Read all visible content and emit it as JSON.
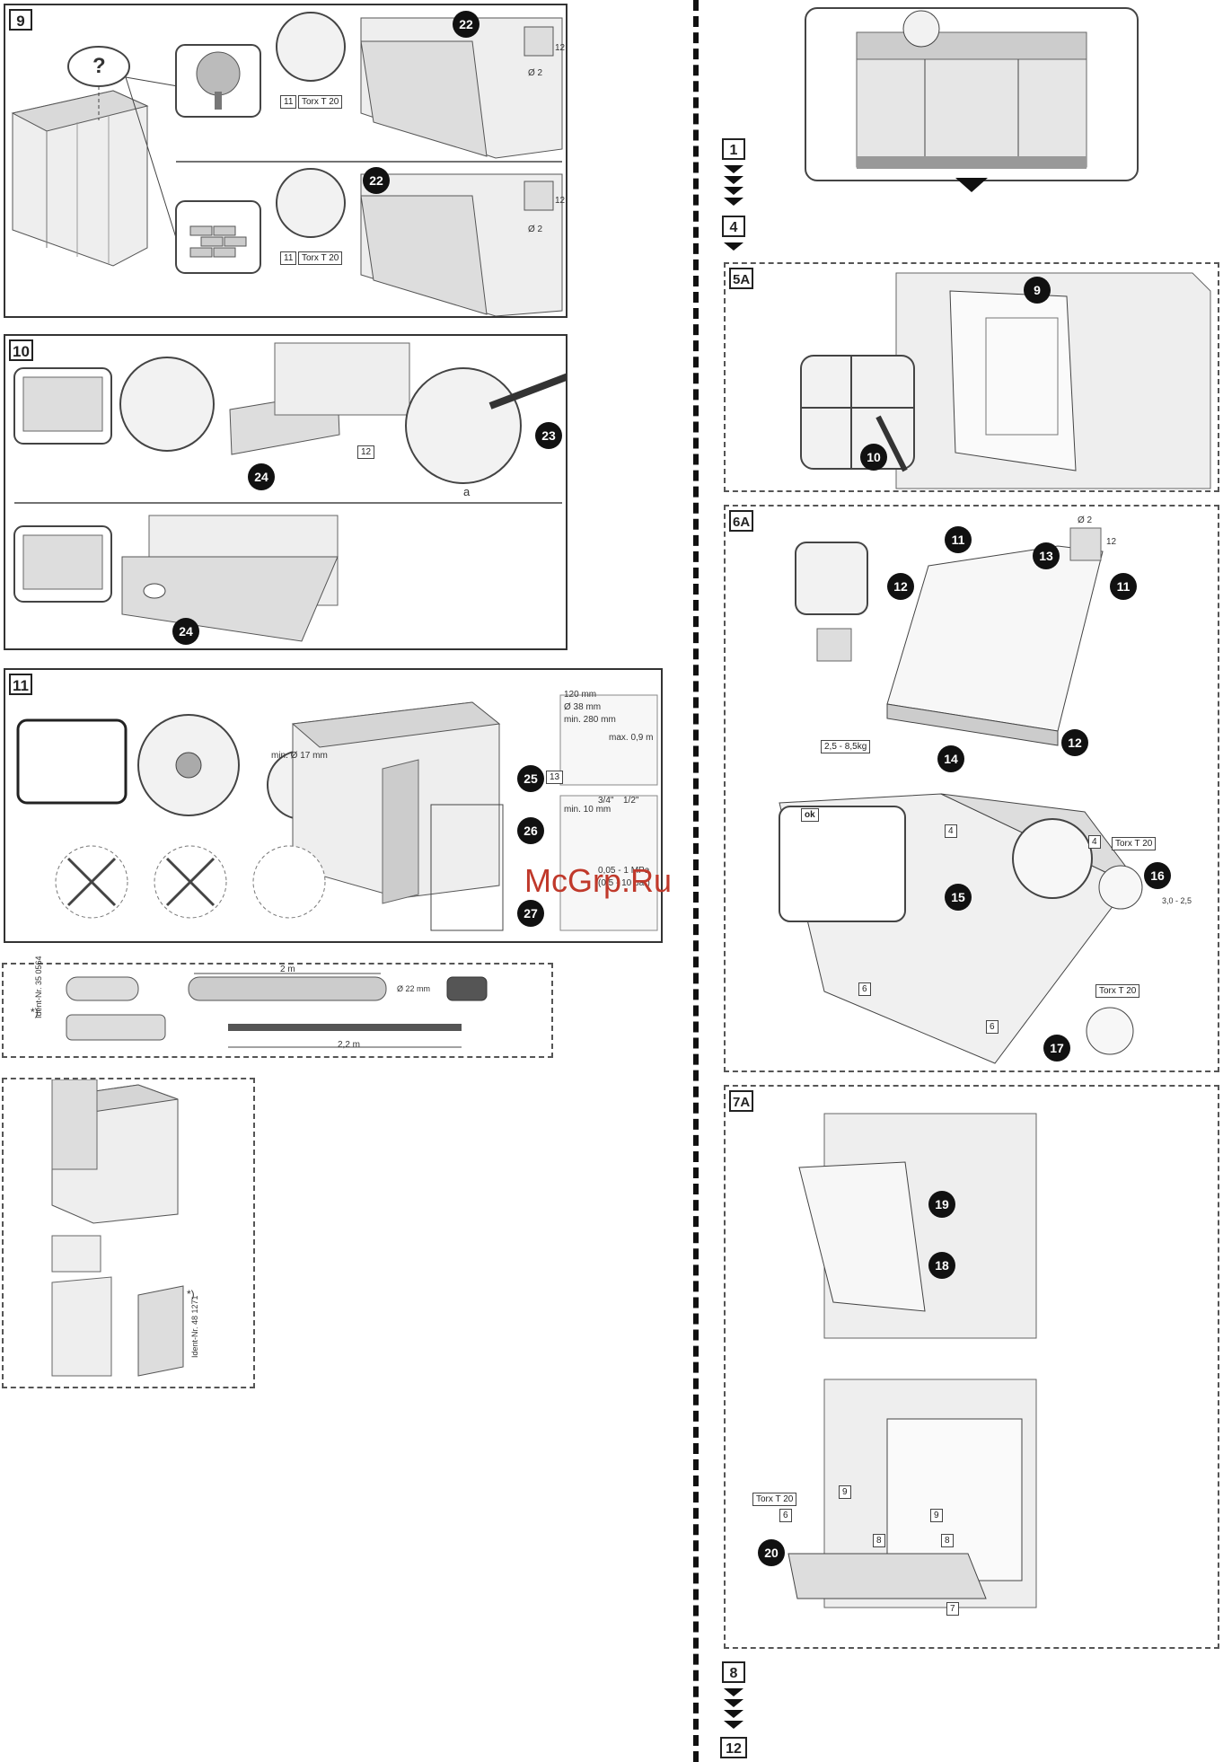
{
  "steps": {
    "s9": "9",
    "s10": "10",
    "s11": "11",
    "s1": "1",
    "s4": "4",
    "s5": "5A",
    "s6": "6A",
    "s7": "7A",
    "s8": "8",
    "s12": "12"
  },
  "panel9": {
    "question": "?",
    "callout": "22",
    "torx1": "Torx T 20",
    "torx2": "Torx T 20",
    "screw_ref": "11",
    "dim_12": "12",
    "dim_diam": "Ø 2"
  },
  "panel10": {
    "callout23": "23",
    "callout24a": "24",
    "callout24b": "24",
    "ref12": "12",
    "dim_a": "a"
  },
  "panel11": {
    "callout25": "25",
    "callout26": "26",
    "callout27": "27",
    "ref13": "13",
    "dim_120": "120 mm",
    "dim_38": "Ø 38 mm",
    "dim_min280": "min. 280 mm",
    "dim_max09": "max. 0,9 m",
    "dim_17": "min. Ø 17 mm",
    "dim_10": "min. 10 mm",
    "thread_34": "3/4\"",
    "thread_12": "1/2\"",
    "pressure": "0,05 - 1 MPa",
    "pressure2": "(0,5 - 10 bar)"
  },
  "accessories": {
    "ident1": "Ident-Nr. 35 0564",
    "len_2m": "2 m",
    "len_22m": "2,2 m",
    "diam_22": "Ø 22 mm",
    "star": "*)"
  },
  "panelSide": {
    "ident2": "Ident-Nr. 48 1271",
    "star": "*)"
  },
  "panel5": {
    "callout9": "9",
    "callout10": "10"
  },
  "panel6": {
    "c11a": "11",
    "c11b": "11",
    "c12a": "12",
    "c12b": "12",
    "c13": "13",
    "c14": "14",
    "c15": "15",
    "c16": "16",
    "c17": "17",
    "weight": "2,5 - 8,5kg",
    "ok": "ok",
    "torx_a": "Torx T 20",
    "torx_b": "Torx T 20",
    "ref4a": "4",
    "ref4b": "4",
    "ref6a": "6",
    "ref6b": "6",
    "dim_diam": "Ø 2",
    "dim_12": "12",
    "dim_25": "3,0 - 2,5"
  },
  "panel7": {
    "c18": "18",
    "c19": "19",
    "c20": "20",
    "torx": "Torx T 20",
    "r6": "6",
    "r7": "7",
    "r8a": "8",
    "r8b": "8",
    "r9a": "9",
    "r9b": "9"
  },
  "watermark": "McGrp.Ru"
}
